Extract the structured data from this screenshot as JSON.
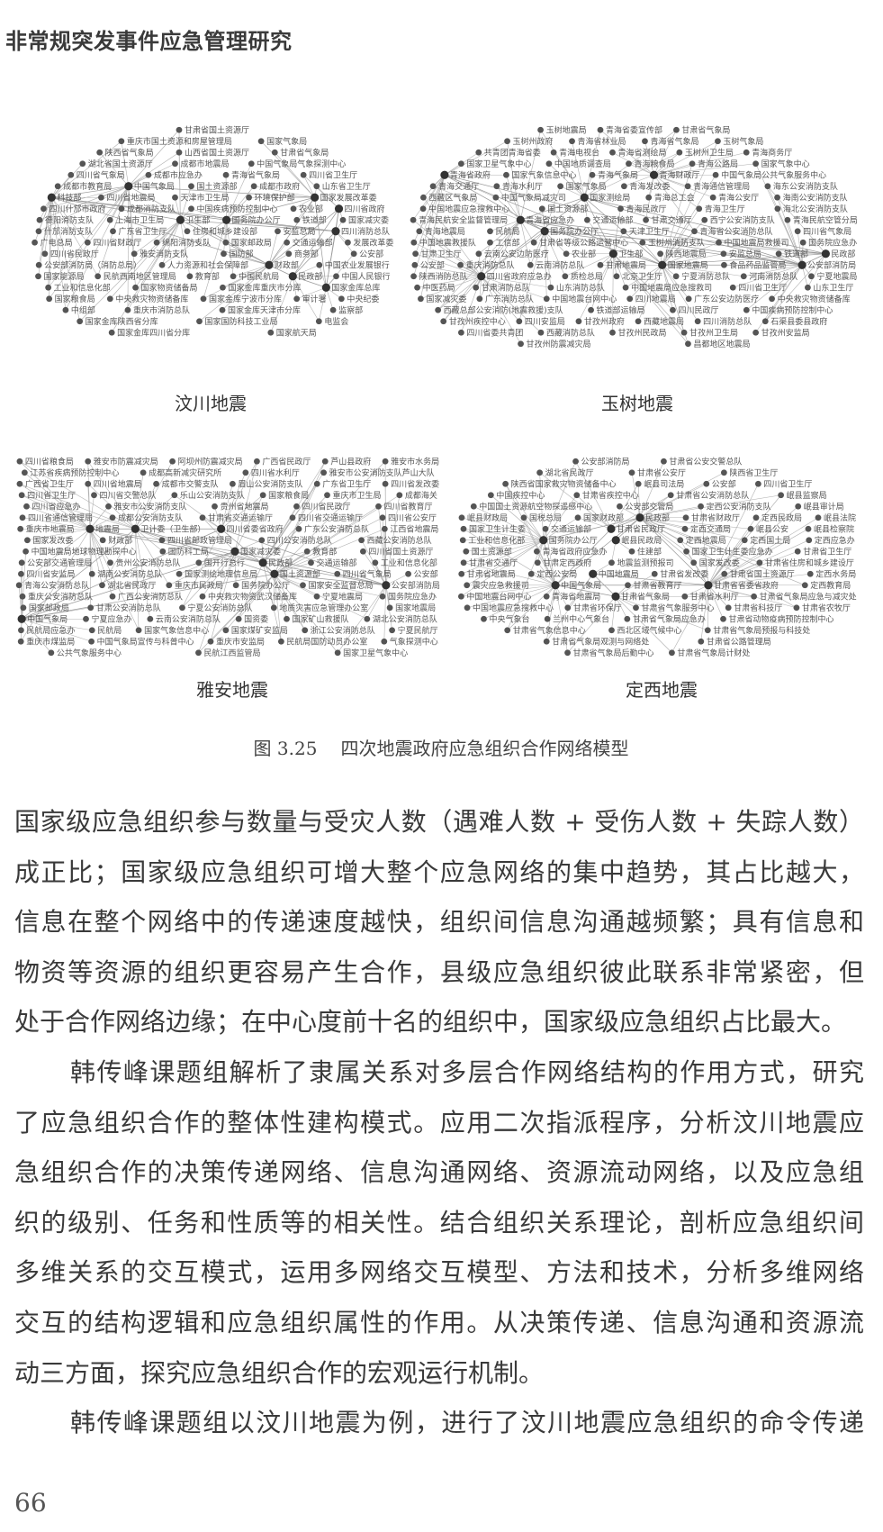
{
  "header": {
    "running_title": "非常规突发事件应急管理研究"
  },
  "figure": {
    "number": "图 3.25",
    "title": "四次地震政府应急组织合作网络模型",
    "panels": [
      {
        "caption": "汶川地震",
        "hubs": [
          "国务院办公厅",
          "中国气象局",
          "民政部",
          "财政部",
          "卫生部",
          "国家发展改革委",
          "四川消防总队",
          "国家金库总库",
          "科技部",
          "四川省政府"
        ],
        "nodes": [
          "甘肃省国土资源厅",
          "重庆市国土资源和房屋管理局",
          "国家气象局",
          "陕西省气象局",
          "山西省国土资源厅",
          "甘肃省气象局",
          "湖北省国土资源厅",
          "成都市地震局",
          "中国气象局气象探测中心",
          "四川省气象局",
          "成都市应急办",
          "青海省气象局",
          "四川省卫生厅",
          "成都市教育局",
          "中国气象局",
          "国土资源部",
          "成都市政府",
          "山东省卫生厅",
          "科技部",
          "四川省地震局",
          "天津市卫生局",
          "环境保护部",
          "国家发展改革委",
          "四川什邡市政府",
          "成都消防支队",
          "中国疾病预防控制中心",
          "农业部",
          "四川省政府",
          "德阳消防支队",
          "上海市卫生局",
          "卫生部",
          "国务院办公厅",
          "铁道部",
          "国家减灾委",
          "什邡消防支队",
          "广东省卫生厅",
          "住房和城乡建设部",
          "安监总局",
          "四川消防总队",
          "广电总局",
          "四川省财政厅",
          "绵阳消防支队",
          "国家邮政局",
          "交通运输部",
          "发展改革委",
          "四川省民政厅",
          "雅安消防支队",
          "国防部",
          "商务部",
          "公安部",
          "公安部消防局（消防总局）",
          "人力资源和社会保障部",
          "财政部",
          "中国农业发展银行",
          "国家能源局",
          "民航西南地区管理局",
          "教育部",
          "中国民航局",
          "民政部",
          "中国人民银行",
          "工业和信息化部",
          "国家物资储备局",
          "国家金库重庆市分库",
          "国家金库总库",
          "国家粮食局",
          "中央救灾物资储备库",
          "国家金库宁波市分库",
          "审计署",
          "中央纪委",
          "中组部",
          "重庆市消防总队",
          "国家金库天津市分库",
          "监察部",
          "国家金库陕西省分库",
          "国家国防科技工业局",
          "电监会",
          "国家金库四川省分库",
          "国家航天局"
        ]
      },
      {
        "caption": "玉树地震",
        "hubs": [
          "青海省政府",
          "国务院办公厅",
          "青海省应急办",
          "四川省政府应急办",
          "公安部消防局",
          "卫生部",
          "民政部",
          "国家测绘局",
          "青海财政厅",
          "国家地震局"
        ],
        "nodes": [
          "玉树地震局",
          "青海省委宣传部",
          "甘肃省气象局",
          "玉树州政府",
          "青海省林业局",
          "青海省气象局",
          "玉树气象局",
          "共青团青海省委",
          "青海电视台",
          "青海省测绘局",
          "玉树州卫生局",
          "青海商务厅",
          "国家卫星气象中心",
          "中国地质调查局",
          "青海粮食局",
          "青海公路局",
          "国家气象中心",
          "青海省政府",
          "国家气象信息中心",
          "青海气象局",
          "青海财政厅",
          "中国气象局公共气象服务中心",
          "青海交通厅",
          "青海水利厅",
          "国家气象局",
          "青海发改委",
          "青海通信管理局",
          "海东公安消防支队",
          "西藏区气象局",
          "中国气象局减灾司",
          "国家测绘局",
          "青海总工会",
          "青海公安厅",
          "海南公安消防支队",
          "中国地震应急搜救中心",
          "国土资源部",
          "青海民政厅",
          "青海卫生厅",
          "海北公安消防支队",
          "青海民航安全监督管理局",
          "青海省应急办",
          "交通运输部",
          "甘肃交通厅",
          "西宁公安消防支队",
          "青海民航空管分局",
          "青海地震局",
          "民航局",
          "国务院办公厅",
          "天津卫生厅",
          "青海省公安消防总队",
          "四川省气象局",
          "中国地震救援队",
          "工信部",
          "甘肃省等级公路运营中心",
          "玉树州消防支队",
          "中国地震局救援司",
          "国务院应急办",
          "甘肃卫生厅",
          "云南公安边防医疗",
          "农业部",
          "卫生部",
          "陕西地震局",
          "安监总局",
          "铁道部",
          "民政部",
          "公安部",
          "重庆消防总队",
          "云南消防总队",
          "甘肃地震局",
          "国家地震局",
          "食品药品监管局",
          "公安部消防局",
          "陕西消防总队",
          "四川省政府应急办",
          "质检总局",
          "北京卫生厅",
          "宁夏消防总队",
          "河南消防总队",
          "宁夏地震局",
          "中医药局",
          "甘肃消防总队",
          "山东消防总队",
          "中国地震局应急搜救司",
          "四川省卫生厅",
          "山东卫生厅",
          "国家减灾委",
          "广东消防总队",
          "中国地震台网中心",
          "四川地震局",
          "广东公安边防医疗",
          "中央救灾物资储备库",
          "西藏总部公安消防(地震救援)支队",
          "铁道部运输局",
          "四川民政厅",
          "中国疾病预防控制中心",
          "甘孜州疾控中心",
          "四川安监局",
          "甘孜州政府",
          "西藏地震局",
          "四川消防总队",
          "石渠县委县政府",
          "四川省委共青团",
          "西藏消防总队",
          "甘孜州民政局",
          "甘孜州卫生局",
          "甘孜州安监局",
          "甘孜州防震减灾局",
          "昌都地区地震局"
        ]
      },
      {
        "caption": "雅安地震",
        "hubs": [
          "卫计委（卫生部）",
          "四川省委省政府",
          "国土资源部",
          "公安部消防局",
          "地震局",
          "中国气象局",
          "国家减灾委",
          "民政部"
        ],
        "nodes": [
          "四川省粮食局",
          "雅安市防震减灾局",
          "阿坝州防震减灾局",
          "广西省民政厅",
          "芦山县政府",
          "雅安市水务局",
          "江苏省疾病预防控制中心",
          "成都高新减灾研究所",
          "四川省水利厅",
          "雅安市公安消防支队芦山大队",
          "广西省卫生厅",
          "四川省地震局",
          "成都市交警支队",
          "眉山公安消防支队",
          "广东省卫生厅",
          "四川省发改委",
          "四川省卫生厅",
          "四川省交警总队",
          "乐山公安消防支队",
          "国家粮食局",
          "重庆市卫生局",
          "成都海关",
          "四川省应急办",
          "雅安市公安消防支队",
          "贵州省地震局",
          "四川省民政厅",
          "四川省教育厅",
          "四川省通信管理局",
          "成都公安消防支队",
          "甘肃省交通运输厅",
          "四川省交通运输厅",
          "四川省公安厅",
          "重庆市地震局",
          "地震局",
          "卫计委（卫生部）",
          "四川省委省政府",
          "广东公安消防总队",
          "江西省地震局",
          "国家发改委",
          "财政部",
          "四川省邮政管理局",
          "四川公安消防总队",
          "西藏公安消防总队",
          "中国地震局地球物理勘探中心",
          "国防科工局",
          "国家减灾委",
          "教育部",
          "四川省国土资源厅",
          "公安部交通管理局",
          "贵州公安消防总队",
          "国开行总行",
          "民政部",
          "交通运输部",
          "工业和信息化部",
          "四川省安监局",
          "湖南公安消防总队",
          "国家测绘地理信息局",
          "国土资源部",
          "四川省气象局",
          "公安部",
          "青海公安消防总队",
          "湖北省民政厅",
          "重庆市民政局",
          "国务院办公厅",
          "国家安全监督总局",
          "公安部消防局",
          "重庆公安消防总队",
          "广西公安消防总队",
          "中央救灾物资武汉储备库",
          "宁夏地震局",
          "国务院应急办",
          "国家邮政局",
          "甘肃公安消防总队",
          "宁夏公安消防总队",
          "地质灾害应急管理办公室",
          "国家地震局",
          "中国气象局",
          "宁夏应急办",
          "云南公安消防总队",
          "国资委",
          "国家矿山救援队",
          "湖北公安消防总队",
          "民航局应急办",
          "民航局",
          "国家气象信息中心",
          "国家煤矿安监局",
          "浙江公安消防总队",
          "宁夏民航厅",
          "重庆市煤监局",
          "中国气象局宣传与科普中心",
          "重庆市安监局",
          "民航局国防动员办公室",
          "气象探测中心",
          "公共气象服务中心",
          "民航江西监管局",
          "国家卫星气象中心"
        ]
      },
      {
        "caption": "定西地震",
        "hubs": [
          "甘肃省省委省政府",
          "民政部",
          "国务院办公厅",
          "岷县民政局",
          "甘肃省民政厅",
          "甘肃省气象局",
          "中国地震局",
          "中国气象局"
        ],
        "nodes": [
          "公安部消防局",
          "甘肃省公安交警总队",
          "湖北省民政厅",
          "甘肃省公安厅",
          "陕西省卫生厅",
          "陕西省国家救灾物资储备中心",
          "岷县司法局",
          "公安部",
          "四川省卫生厅",
          "中国疾控中心",
          "甘肃省疾控中心",
          "甘肃省公安消防总队",
          "岷县监察局",
          "中国国土资源航空物探遥感中心",
          "公安部交管局",
          "定西公安消防支队",
          "岷县审计局",
          "岷县财政局",
          "国税总局",
          "国家财政部",
          "民政部",
          "甘肃省财政厅",
          "定西民政局",
          "岷县法院",
          "国家卫生计生委",
          "交通运输部",
          "甘肃省民政厅",
          "定西交通局",
          "岷县公安",
          "岷县检察院",
          "工业和信息化部",
          "国务院办公厅",
          "岷县民政局",
          "定西地震局",
          "定西国土局",
          "定西应急办",
          "国土资源部",
          "青海省政府应急办",
          "住建部",
          "国家卫生计生委应急办",
          "甘肃省卫生厅",
          "甘肃省交通厅",
          "甘肃定西政府",
          "地震监测预报司",
          "国家发改委",
          "甘肃省住房和城乡建设厅",
          "甘肃省地震局",
          "定西公安局",
          "中国地震局",
          "甘肃省发改委",
          "甘肃省国土资源厅",
          "定西水务局",
          "震灾应急救援司",
          "中国气象局",
          "甘肃省教育厅",
          "甘肃省省委省政府",
          "定西教育局",
          "中国地震台网中心",
          "青海省地震局",
          "甘肃省气象局",
          "甘肃省水利厅",
          "甘肃省气象局应急与减灾处",
          "中国地震应急搜救中心",
          "甘肃省环保厅",
          "甘肃省气象服务中心",
          "甘肃省科技厅",
          "甘肃省农牧厅",
          "中央气象台",
          "兰州中心气象台",
          "甘肃省气象局应急办",
          "甘肃省动物疫病预防控制中心",
          "甘肃省气象信息中心",
          "西北区域气候中心",
          "甘肃省气象局预报与科技处",
          "甘肃省气象局观测与网络处",
          "甘肃省公路管理局",
          "甘肃省气象局后勤中心",
          "甘肃省气象局计财处"
        ]
      }
    ]
  },
  "body": {
    "lines": [
      {
        "text": "国家级应急组织参与数量与受灾人数（遇难人数 + 受伤人数 + 失踪人数）"
      },
      {
        "text": "成正比；国家级应急组织可增大整个应急网络的集中趋势，其占比越大，"
      },
      {
        "text": "信息在整个网络中的传递速度越快，组织间信息沟通越频繁；具有信息和"
      },
      {
        "text": "物资等资源的组织更容易产生合作，县级应急组织彼此联系非常紧密，但"
      },
      {
        "text": "处于合作网络边缘；在中心度前十名的组织中，国家级应急组织占比最大。"
      },
      {
        "text": "韩传峰课题组解析了隶属关系对多层合作网络结构的作用方式，研究"
      },
      {
        "text": "了应急组织合作的整体性建构模式。应用二次指派程序，分析汶川地震应"
      },
      {
        "text": "急组织合作的决策传递网络、信息沟通网络、资源流动网络，以及应急组"
      },
      {
        "text": "织的级别、任务和性质等的相关性。结合组织关系理论，剖析应急组织间"
      },
      {
        "text": "多维关系的交互模式，运用多网络交互模型、方法和技术，分析多维网络"
      },
      {
        "text": "交互的结构逻辑和应急组织属性的作用。从决策传递、信息沟通和资源流"
      },
      {
        "text": "动三方面，探究应急组织合作的宏观运行机制。"
      },
      {
        "text": "韩传峰课题组以汶川地震为例，进行了汶川地震应急组织的命令传递"
      }
    ]
  },
  "footer": {
    "page_number": "66"
  }
}
